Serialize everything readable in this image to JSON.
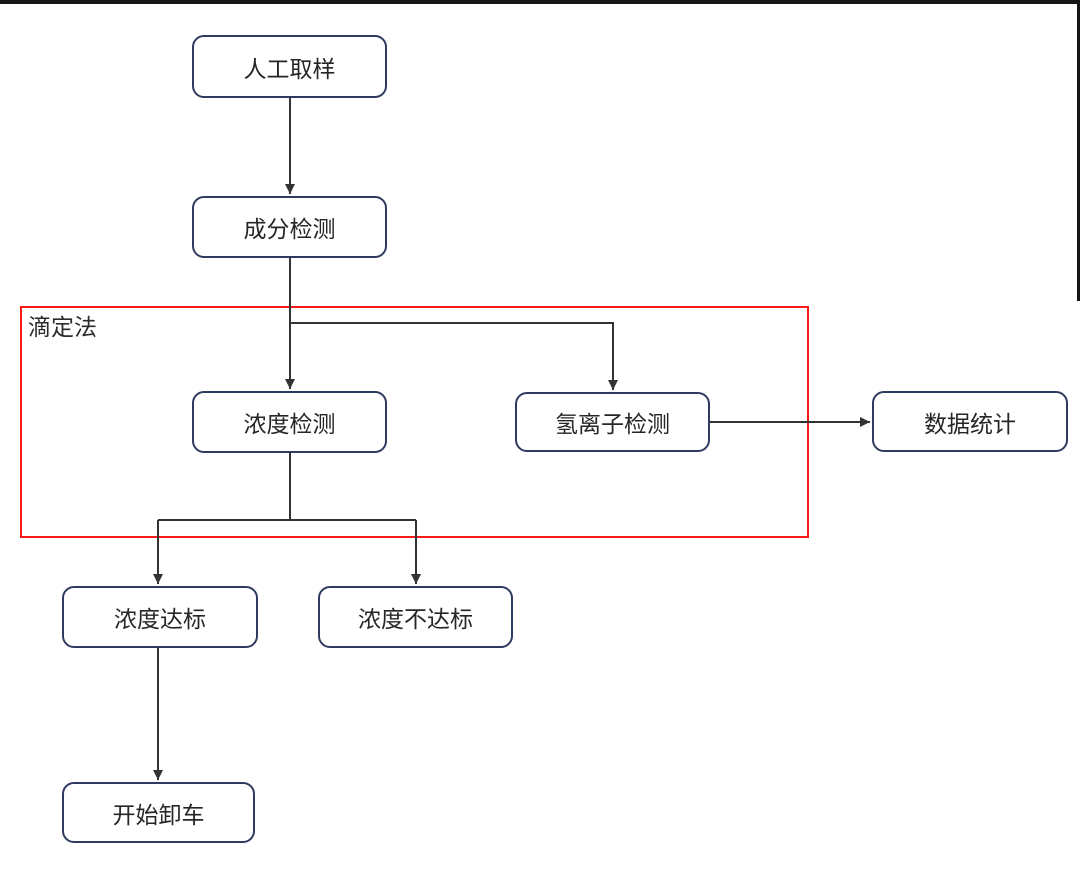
{
  "colors": {
    "background": "#ffffff",
    "node_border": "#2f3a60",
    "node_text": "#262626",
    "edge": "#333333",
    "group_border": "#fa1a1a",
    "group_label_text": "#2b2b2b",
    "frame_bar": "#161616"
  },
  "group": {
    "label": "滴定法"
  },
  "nodes": [
    {
      "id": "manual-sampling",
      "label": "人工取样"
    },
    {
      "id": "component-detection",
      "label": "成分检测"
    },
    {
      "id": "concentration-detection",
      "label": "浓度检测"
    },
    {
      "id": "hydrogen-ion-detection",
      "label": "氢离子检测"
    },
    {
      "id": "data-statistics",
      "label": "数据统计"
    },
    {
      "id": "concentration-ok",
      "label": "浓度达标"
    },
    {
      "id": "concentration-not-ok",
      "label": "浓度不达标"
    },
    {
      "id": "start-unloading",
      "label": "开始卸车"
    }
  ],
  "edges": [
    {
      "from": "manual-sampling",
      "to": "component-detection"
    },
    {
      "from": "component-detection",
      "to": "concentration-detection"
    },
    {
      "from": "component-detection",
      "to": "hydrogen-ion-detection"
    },
    {
      "from": "hydrogen-ion-detection",
      "to": "data-statistics"
    },
    {
      "from": "concentration-detection",
      "to": "concentration-ok"
    },
    {
      "from": "concentration-detection",
      "to": "concentration-not-ok"
    },
    {
      "from": "concentration-ok",
      "to": "start-unloading"
    }
  ]
}
